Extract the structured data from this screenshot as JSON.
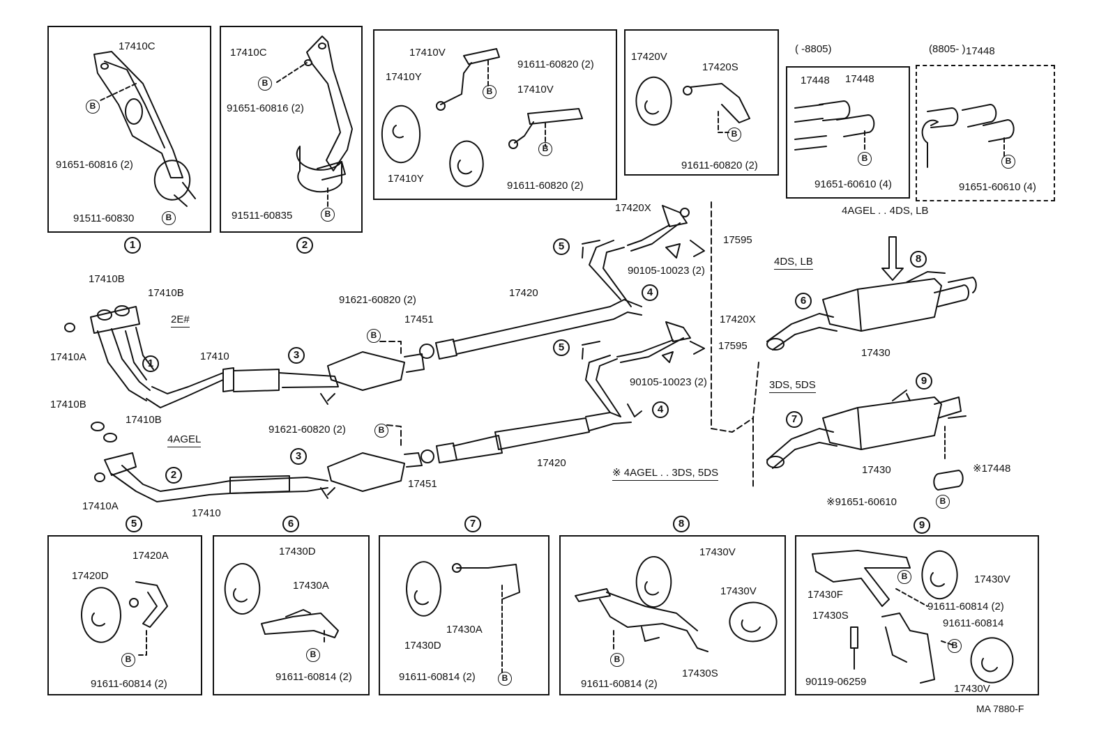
{
  "doc_id": "MA 7880-F",
  "fastener_symbol": "B",
  "circle_labels": {
    "c1": "1",
    "c2": "2",
    "c3": "3",
    "c4": "4",
    "c5": "5",
    "c6": "6",
    "c7": "7",
    "c8": "8",
    "c9": "9"
  },
  "legend": {
    "prod_early": "(      -8805)",
    "prod_late": "(8805-       )",
    "variant_2e": "2E#",
    "variant_4agel": "4AGEL",
    "variant_4ds_lb": "4DS, LB",
    "variant_3ds_5ds": "3DS, 5DS",
    "variant_4agel_4ds_lb": "4AGEL . . 4DS, LB",
    "variant_4agel_3ds_5ds": "※  4AGEL . . 3DS, 5DS"
  },
  "parts": {
    "p17410C": "17410C",
    "p17410B": "17410B",
    "p17410A": "17410A",
    "p17410": "17410",
    "p17410V": "17410V",
    "p17410Y": "17410Y",
    "p17420": "17420",
    "p17420V": "17420V",
    "p17420S": "17420S",
    "p17420X": "17420X",
    "p17420A": "17420A",
    "p17420D": "17420D",
    "p17430": "17430",
    "p17430A": "17430A",
    "p17430D": "17430D",
    "p17430F": "17430F",
    "p17430S": "17430S",
    "p17430V": "17430V",
    "p17448": "17448",
    "p17448_star": "※17448",
    "p17451": "17451",
    "p17595": "17595",
    "b91651_60816_2": "91651-60816 (2)",
    "b91511_60830": "91511-60830",
    "b91511_60835": "91511-60835",
    "b91611_60820_2": "91611-60820 (2)",
    "b91621_60820_2": "91621-60820 (2)",
    "b90105_10023_2": "90105-10023 (2)",
    "b91651_60610_4": "91651-60610 (4)",
    "b91651_60610_star": "※91651-60610",
    "b91611_60814_2": "91611-60814 (2)",
    "b91611_60814": "91611-60814",
    "b90119_06259": "90119-06259"
  }
}
